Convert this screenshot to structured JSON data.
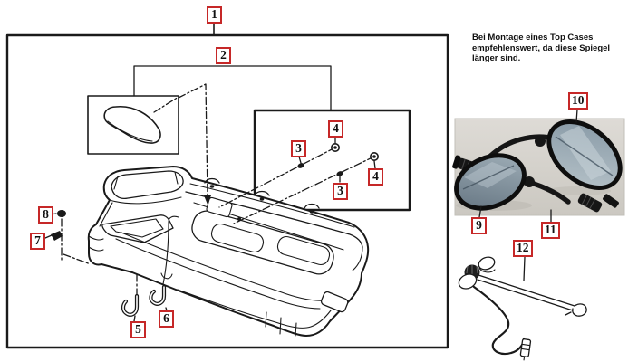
{
  "note": {
    "lines": [
      "Bei Montage eines Top Cases",
      "empfehlenswert, da diese Spiegel",
      "länger sind."
    ]
  },
  "callouts": {
    "c1": "1",
    "c2": "2",
    "c3a": "3",
    "c3b": "3",
    "c4a": "4",
    "c4b": "4",
    "c5": "5",
    "c6": "6",
    "c7": "7",
    "c8": "8",
    "c9": "9",
    "c10": "10",
    "c11": "11",
    "c12": "12"
  },
  "colors": {
    "callout_red": "#c62828",
    "line_black": "#1a1a1a",
    "photo_background": "#d6d3cd",
    "mirror_glass_blue": "#8d9ead"
  }
}
